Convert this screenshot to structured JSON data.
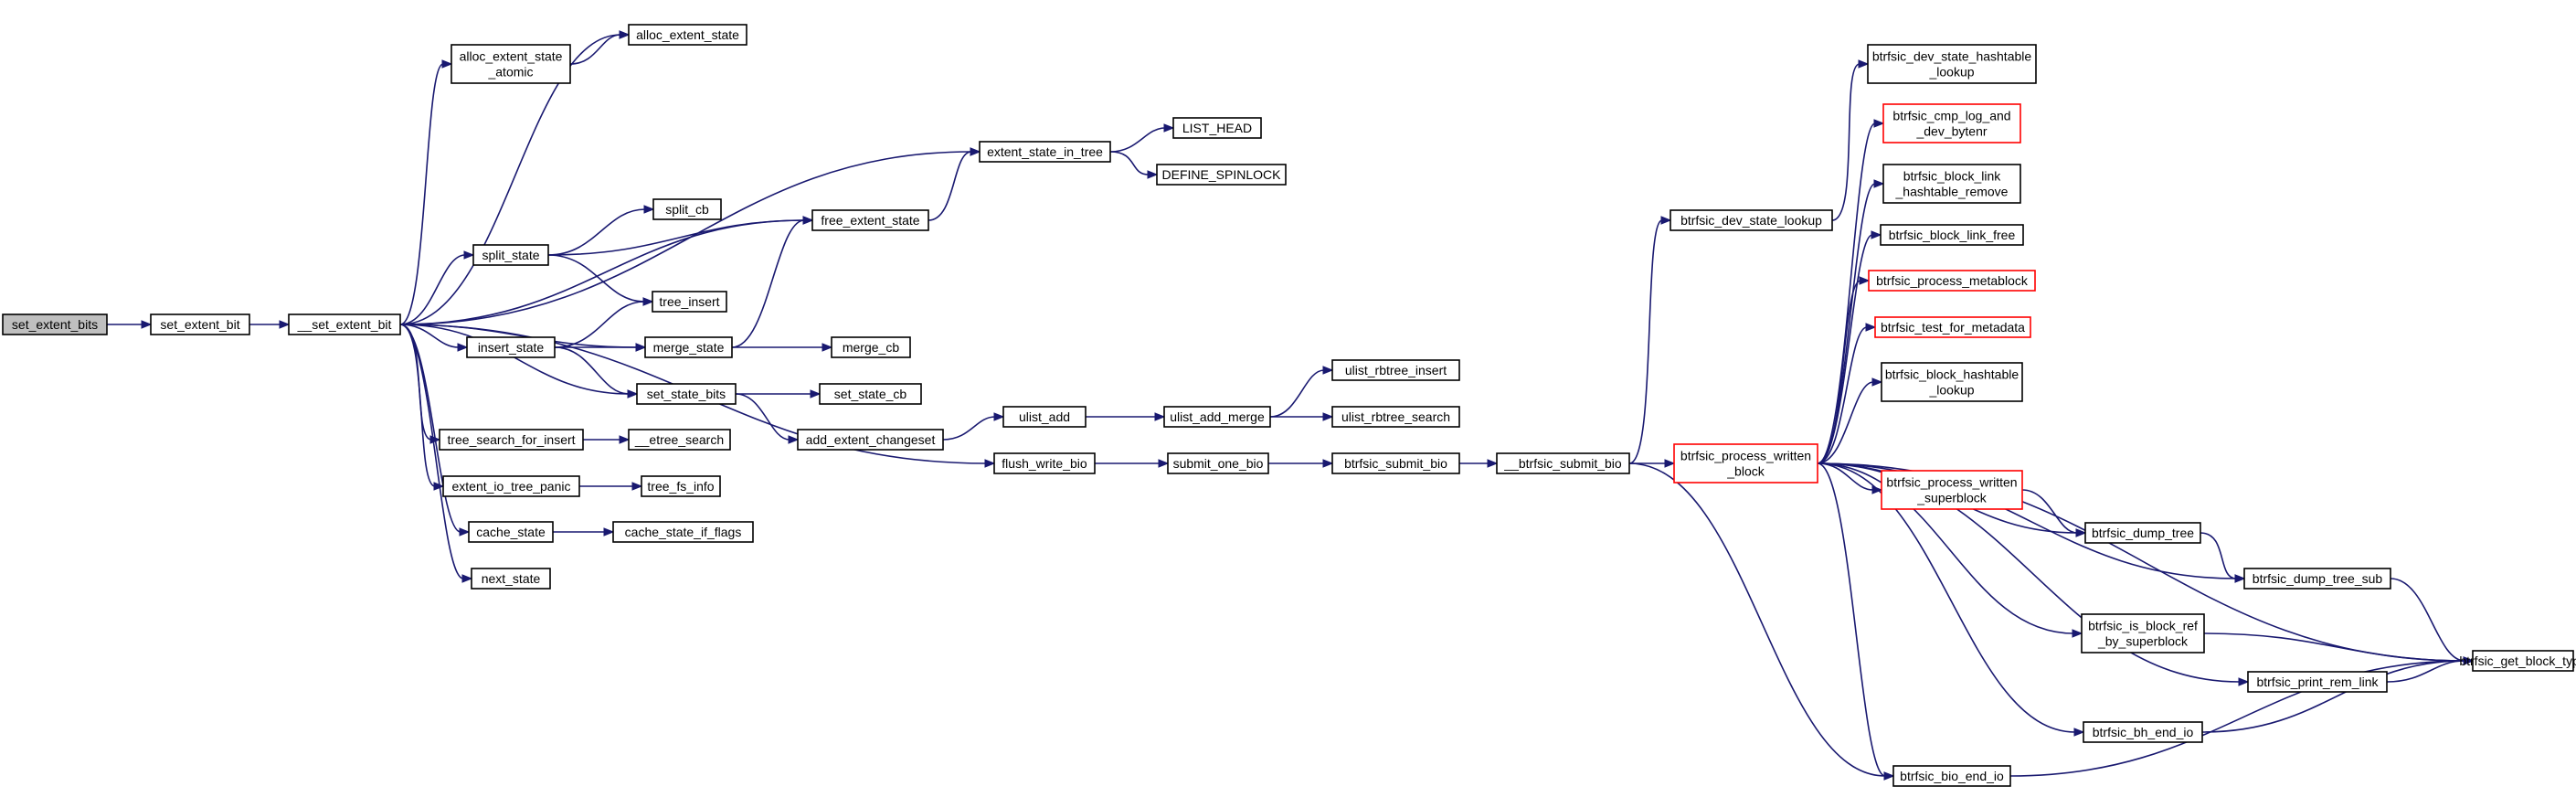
{
  "graph": {
    "type": "call-graph",
    "colors": {
      "edge": "#191970",
      "node_border": "#000000",
      "truncated_border": "#ff0000",
      "root_fill": "#bfbfbf",
      "node_fill": "#ffffff"
    },
    "nodes": [
      {
        "id": "set_extent_bits",
        "lines": [
          "set_extent_bits"
        ],
        "root": true
      },
      {
        "id": "set_extent_bit",
        "lines": [
          "set_extent_bit"
        ]
      },
      {
        "id": "__set_extent_bit",
        "lines": [
          "__set_extent_bit"
        ]
      },
      {
        "id": "alloc_extent_state_atomic",
        "lines": [
          "alloc_extent_state",
          "_atomic"
        ]
      },
      {
        "id": "alloc_extent_state",
        "lines": [
          "alloc_extent_state"
        ]
      },
      {
        "id": "extent_state_in_tree",
        "lines": [
          "extent_state_in_tree"
        ]
      },
      {
        "id": "LIST_HEAD",
        "lines": [
          "LIST_HEAD"
        ]
      },
      {
        "id": "DEFINE_SPINLOCK",
        "lines": [
          "DEFINE_SPINLOCK"
        ]
      },
      {
        "id": "free_extent_state",
        "lines": [
          "free_extent_state"
        ]
      },
      {
        "id": "split_cb",
        "lines": [
          "split_cb"
        ]
      },
      {
        "id": "split_state",
        "lines": [
          "split_state"
        ]
      },
      {
        "id": "tree_insert",
        "lines": [
          "tree_insert"
        ]
      },
      {
        "id": "insert_state",
        "lines": [
          "insert_state"
        ]
      },
      {
        "id": "merge_state",
        "lines": [
          "merge_state"
        ]
      },
      {
        "id": "merge_cb",
        "lines": [
          "merge_cb"
        ]
      },
      {
        "id": "set_state_bits",
        "lines": [
          "set_state_bits"
        ]
      },
      {
        "id": "set_state_cb",
        "lines": [
          "set_state_cb"
        ]
      },
      {
        "id": "add_extent_changeset",
        "lines": [
          "add_extent_changeset"
        ]
      },
      {
        "id": "ulist_add",
        "lines": [
          "ulist_add"
        ]
      },
      {
        "id": "ulist_add_merge",
        "lines": [
          "ulist_add_merge"
        ]
      },
      {
        "id": "ulist_rbtree_insert",
        "lines": [
          "ulist_rbtree_insert"
        ]
      },
      {
        "id": "ulist_rbtree_search",
        "lines": [
          "ulist_rbtree_search"
        ]
      },
      {
        "id": "flush_write_bio",
        "lines": [
          "flush_write_bio"
        ]
      },
      {
        "id": "submit_one_bio",
        "lines": [
          "submit_one_bio"
        ]
      },
      {
        "id": "btrfsic_submit_bio",
        "lines": [
          "btrfsic_submit_bio"
        ]
      },
      {
        "id": "__btrfsic_submit_bio",
        "lines": [
          "__btrfsic_submit_bio"
        ]
      },
      {
        "id": "tree_search_for_insert",
        "lines": [
          "tree_search_for_insert"
        ]
      },
      {
        "id": "__etree_search",
        "lines": [
          "__etree_search"
        ]
      },
      {
        "id": "extent_io_tree_panic",
        "lines": [
          "extent_io_tree_panic"
        ]
      },
      {
        "id": "tree_fs_info",
        "lines": [
          "tree_fs_info"
        ]
      },
      {
        "id": "cache_state",
        "lines": [
          "cache_state"
        ]
      },
      {
        "id": "cache_state_if_flags",
        "lines": [
          "cache_state_if_flags"
        ]
      },
      {
        "id": "next_state",
        "lines": [
          "next_state"
        ]
      },
      {
        "id": "btrfsic_dev_state_lookup",
        "lines": [
          "btrfsic_dev_state_lookup"
        ]
      },
      {
        "id": "btrfsic_process_written_block",
        "lines": [
          "btrfsic_process_written",
          "_block"
        ],
        "truncated": true
      },
      {
        "id": "btrfsic_dev_state_hashtable_lookup",
        "lines": [
          "btrfsic_dev_state_hashtable",
          "_lookup"
        ]
      },
      {
        "id": "btrfsic_cmp_log_and_dev_bytenr",
        "lines": [
          "btrfsic_cmp_log_and",
          "_dev_bytenr"
        ],
        "truncated": true
      },
      {
        "id": "btrfsic_block_link_hashtable_remove",
        "lines": [
          "btrfsic_block_link",
          "_hashtable_remove"
        ]
      },
      {
        "id": "btrfsic_block_link_free",
        "lines": [
          "btrfsic_block_link_free"
        ]
      },
      {
        "id": "btrfsic_process_metablock",
        "lines": [
          "btrfsic_process_metablock"
        ],
        "truncated": true
      },
      {
        "id": "btrfsic_test_for_metadata",
        "lines": [
          "btrfsic_test_for_metadata"
        ],
        "truncated": true
      },
      {
        "id": "btrfsic_block_hashtable_lookup",
        "lines": [
          "btrfsic_block_hashtable",
          "_lookup"
        ]
      },
      {
        "id": "btrfsic_process_written_superblock",
        "lines": [
          "btrfsic_process_written",
          "_superblock"
        ],
        "truncated": true
      },
      {
        "id": "btrfsic_dump_tree",
        "lines": [
          "btrfsic_dump_tree"
        ]
      },
      {
        "id": "btrfsic_dump_tree_sub",
        "lines": [
          "btrfsic_dump_tree_sub"
        ]
      },
      {
        "id": "btrfsic_is_block_ref_by_superblock",
        "lines": [
          "btrfsic_is_block_ref",
          "_by_superblock"
        ]
      },
      {
        "id": "btrfsic_print_rem_link",
        "lines": [
          "btrfsic_print_rem_link"
        ]
      },
      {
        "id": "btrfsic_bh_end_io",
        "lines": [
          "btrfsic_bh_end_io"
        ]
      },
      {
        "id": "btrfsic_bio_end_io",
        "lines": [
          "btrfsic_bio_end_io"
        ]
      },
      {
        "id": "btrfsic_get_block_type",
        "lines": [
          "btrfsic_get_block_type"
        ]
      }
    ],
    "edges": [
      [
        "set_extent_bits",
        "set_extent_bit"
      ],
      [
        "set_extent_bit",
        "__set_extent_bit"
      ],
      [
        "__set_extent_bit",
        "alloc_extent_state_atomic"
      ],
      [
        "__set_extent_bit",
        "alloc_extent_state"
      ],
      [
        "alloc_extent_state_atomic",
        "alloc_extent_state"
      ],
      [
        "__set_extent_bit",
        "extent_state_in_tree"
      ],
      [
        "extent_state_in_tree",
        "LIST_HEAD"
      ],
      [
        "extent_state_in_tree",
        "DEFINE_SPINLOCK"
      ],
      [
        "__set_extent_bit",
        "free_extent_state"
      ],
      [
        "free_extent_state",
        "extent_state_in_tree"
      ],
      [
        "__set_extent_bit",
        "split_state"
      ],
      [
        "split_state",
        "split_cb"
      ],
      [
        "split_state",
        "free_extent_state"
      ],
      [
        "split_state",
        "tree_insert"
      ],
      [
        "__set_extent_bit",
        "insert_state"
      ],
      [
        "insert_state",
        "tree_insert"
      ],
      [
        "insert_state",
        "merge_state"
      ],
      [
        "insert_state",
        "set_state_bits"
      ],
      [
        "__set_extent_bit",
        "merge_state"
      ],
      [
        "merge_state",
        "free_extent_state"
      ],
      [
        "merge_state",
        "merge_cb"
      ],
      [
        "__set_extent_bit",
        "set_state_bits"
      ],
      [
        "set_state_bits",
        "set_state_cb"
      ],
      [
        "set_state_bits",
        "add_extent_changeset"
      ],
      [
        "add_extent_changeset",
        "ulist_add"
      ],
      [
        "ulist_add",
        "ulist_add_merge"
      ],
      [
        "ulist_add_merge",
        "ulist_rbtree_insert"
      ],
      [
        "ulist_add_merge",
        "ulist_rbtree_search"
      ],
      [
        "__set_extent_bit",
        "tree_search_for_insert"
      ],
      [
        "tree_search_for_insert",
        "__etree_search"
      ],
      [
        "__set_extent_bit",
        "extent_io_tree_panic"
      ],
      [
        "extent_io_tree_panic",
        "tree_fs_info"
      ],
      [
        "__set_extent_bit",
        "cache_state"
      ],
      [
        "cache_state",
        "cache_state_if_flags"
      ],
      [
        "__set_extent_bit",
        "next_state"
      ],
      [
        "__set_extent_bit",
        "flush_write_bio"
      ],
      [
        "flush_write_bio",
        "submit_one_bio"
      ],
      [
        "submit_one_bio",
        "btrfsic_submit_bio"
      ],
      [
        "btrfsic_submit_bio",
        "__btrfsic_submit_bio"
      ],
      [
        "__btrfsic_submit_bio",
        "btrfsic_dev_state_lookup"
      ],
      [
        "__btrfsic_submit_bio",
        "btrfsic_process_written_block"
      ],
      [
        "__btrfsic_submit_bio",
        "btrfsic_bio_end_io"
      ],
      [
        "btrfsic_dev_state_lookup",
        "btrfsic_dev_state_hashtable_lookup"
      ],
      [
        "btrfsic_process_written_block",
        "btrfsic_cmp_log_and_dev_bytenr"
      ],
      [
        "btrfsic_process_written_block",
        "btrfsic_block_link_hashtable_remove"
      ],
      [
        "btrfsic_process_written_block",
        "btrfsic_block_link_free"
      ],
      [
        "btrfsic_process_written_block",
        "btrfsic_process_metablock"
      ],
      [
        "btrfsic_process_written_block",
        "btrfsic_test_for_metadata"
      ],
      [
        "btrfsic_process_written_block",
        "btrfsic_block_hashtable_lookup"
      ],
      [
        "btrfsic_process_written_block",
        "btrfsic_get_block_type"
      ],
      [
        "btrfsic_process_written_block",
        "btrfsic_process_written_superblock"
      ],
      [
        "btrfsic_process_written_block",
        "btrfsic_dump_tree"
      ],
      [
        "btrfsic_process_written_block",
        "btrfsic_dump_tree_sub"
      ],
      [
        "btrfsic_process_written_block",
        "btrfsic_is_block_ref_by_superblock"
      ],
      [
        "btrfsic_process_written_block",
        "btrfsic_print_rem_link"
      ],
      [
        "btrfsic_process_written_block",
        "btrfsic_bh_end_io"
      ],
      [
        "btrfsic_process_written_block",
        "btrfsic_bio_end_io"
      ],
      [
        "btrfsic_process_written_superblock",
        "btrfsic_dump_tree"
      ],
      [
        "btrfsic_dump_tree",
        "btrfsic_dump_tree_sub"
      ],
      [
        "btrfsic_dump_tree_sub",
        "btrfsic_get_block_type"
      ],
      [
        "btrfsic_is_block_ref_by_superblock",
        "btrfsic_get_block_type"
      ],
      [
        "btrfsic_print_rem_link",
        "btrfsic_get_block_type"
      ],
      [
        "btrfsic_bh_end_io",
        "btrfsic_get_block_type"
      ],
      [
        "btrfsic_bio_end_io",
        "btrfsic_get_block_type"
      ]
    ]
  }
}
